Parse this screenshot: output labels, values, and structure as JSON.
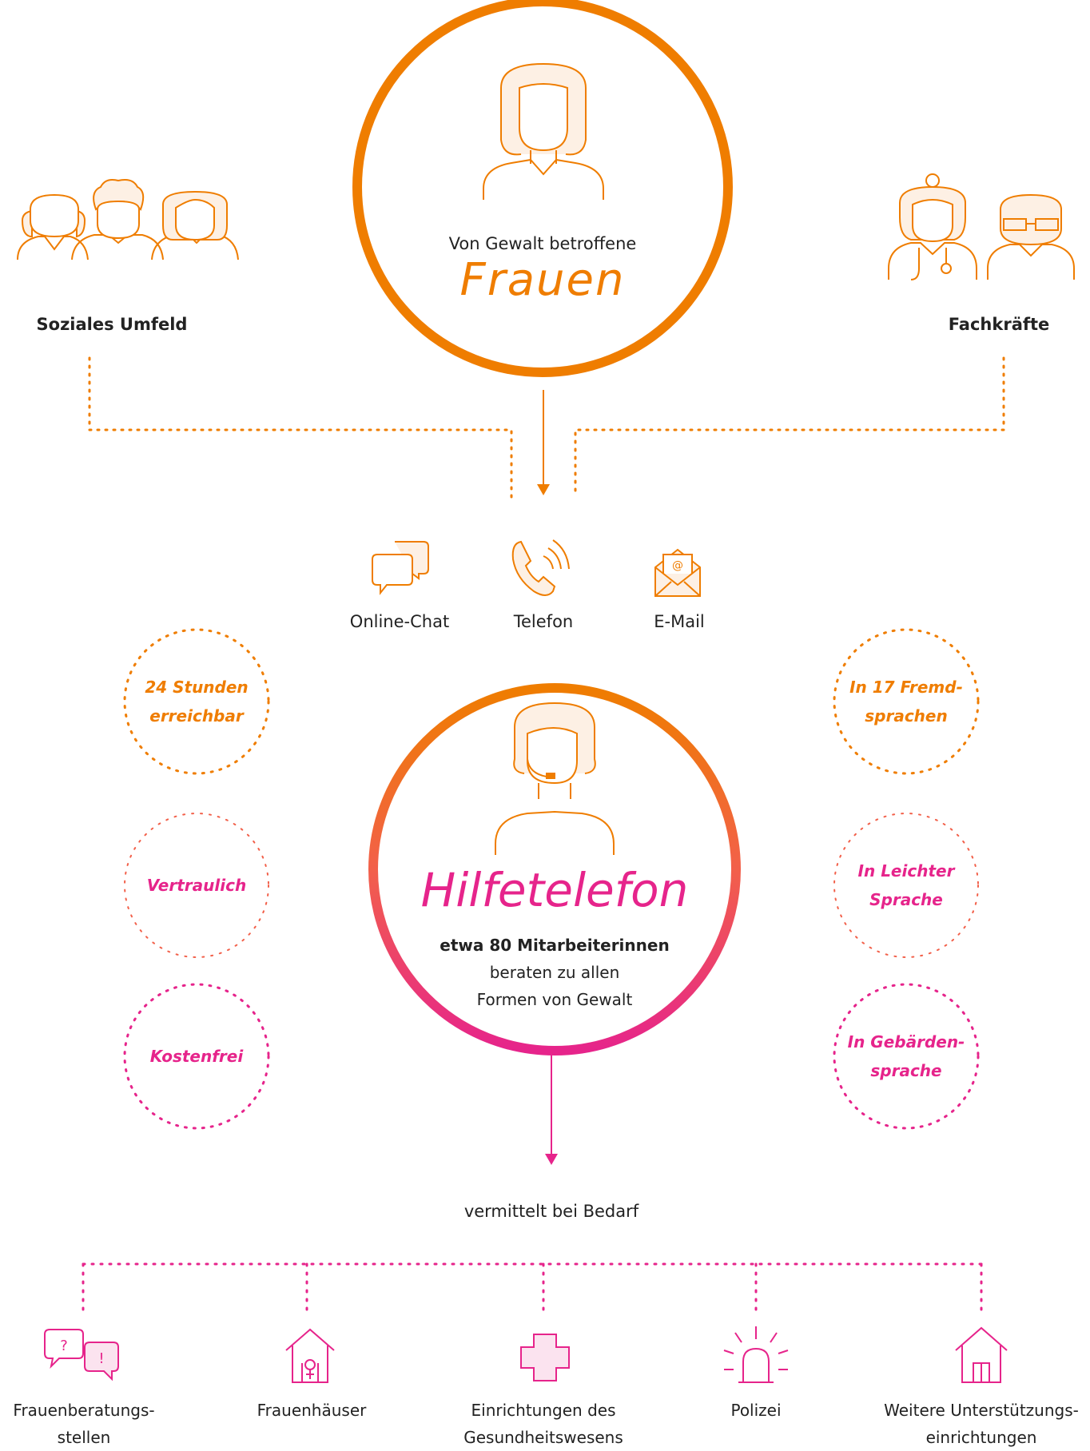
{
  "top": {
    "subtitle": "Von Gewalt betroffene",
    "title": "Frauen"
  },
  "left_group": {
    "label": "Soziales Umfeld"
  },
  "right_group": {
    "label": "Fachkräfte"
  },
  "channels": [
    {
      "label": "Online-Chat",
      "icon": "chat-bubbles-icon"
    },
    {
      "label": "Telefon",
      "icon": "phone-ringing-icon"
    },
    {
      "label": "E-Mail",
      "icon": "email-envelope-icon"
    }
  ],
  "features_left": [
    {
      "line1": "24 Stunden",
      "line2": "erreichbar"
    },
    {
      "line1": "Vertraulich"
    },
    {
      "line1": "Kostenfrei"
    }
  ],
  "features_right": [
    {
      "line1": "In 17 Fremd-",
      "line2": "sprachen"
    },
    {
      "line1": "In Leichter",
      "line2": "Sprache"
    },
    {
      "line1": "In Gebärden-",
      "line2": "sprache"
    }
  ],
  "center": {
    "title": "Hilfetelefon",
    "bold_line": "etwa 80 Mitarbeiterinnen",
    "line2": "beraten zu allen",
    "line3": "Formen von Gewalt"
  },
  "referral": {
    "label": "vermittelt bei Bedarf"
  },
  "destinations": [
    {
      "line1": "Frauenberatungs-",
      "line2": "stellen",
      "icon": "counseling-bubbles-icon"
    },
    {
      "line1": "Frauenhäuser",
      "icon": "womens-shelter-icon"
    },
    {
      "line1": "Einrichtungen des",
      "line2": "Gesundheitswesens",
      "icon": "medical-cross-icon"
    },
    {
      "line1": "Polizei",
      "icon": "police-siren-icon"
    },
    {
      "line1": "Weitere Unterstützungs-",
      "line2": "einrichtungen",
      "icon": "building-icon"
    }
  ],
  "colors": {
    "orange": "#ef7d00",
    "pink": "#e6248b",
    "fill_light": "#fdf0e4",
    "fill_pink_light": "#fbe3ef"
  }
}
